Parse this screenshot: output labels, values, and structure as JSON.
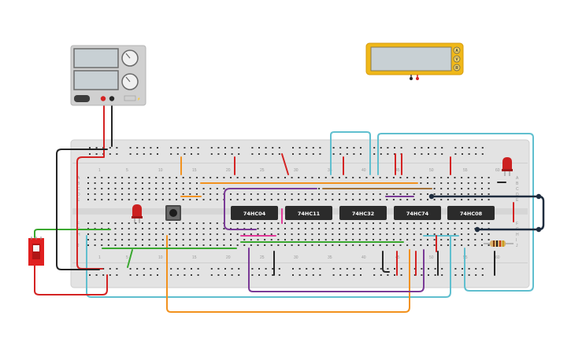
{
  "colors": {
    "breadboard": "#e3e3e3",
    "hole": "#3c3c3c",
    "wire_red": "#d42323",
    "wire_black": "#262626",
    "wire_cyan": "#60bfcf",
    "wire_orange": "#f2921e",
    "wire_purple": "#7a3a96",
    "wire_green": "#3aa830",
    "wire_magenta": "#e23c9a",
    "wire_brown": "#a07038",
    "wire_navy": "#1f2d3f",
    "chip": "#2b2b2b",
    "multimeter": "#f0b818",
    "switch": "#e02020",
    "led": "#cc2020"
  },
  "components": {
    "power_supply": {
      "icon": "power-supply-icon"
    },
    "multimeter": {
      "icon": "multimeter-icon",
      "buttons": [
        "A",
        "V",
        "R"
      ]
    },
    "chips": [
      "74HC04",
      "74HC11",
      "74HC32",
      "74HC74",
      "74HC08"
    ],
    "slide_switch": {
      "icon": "slide-switch-icon"
    },
    "pushbutton": {
      "icon": "pushbutton-icon"
    },
    "leds": [
      "led-left",
      "led-right"
    ],
    "resistor": {
      "icon": "resistor-icon"
    }
  },
  "breadboard": {
    "row_labels_top": [
      "A",
      "B",
      "C",
      "D",
      "E"
    ],
    "row_labels_bottom": [
      "F",
      "G",
      "H",
      "I",
      "J"
    ],
    "column_numbers": [
      "1",
      "5",
      "10",
      "15",
      "20",
      "25",
      "30",
      "35",
      "40",
      "45",
      "50",
      "55",
      "60"
    ]
  }
}
